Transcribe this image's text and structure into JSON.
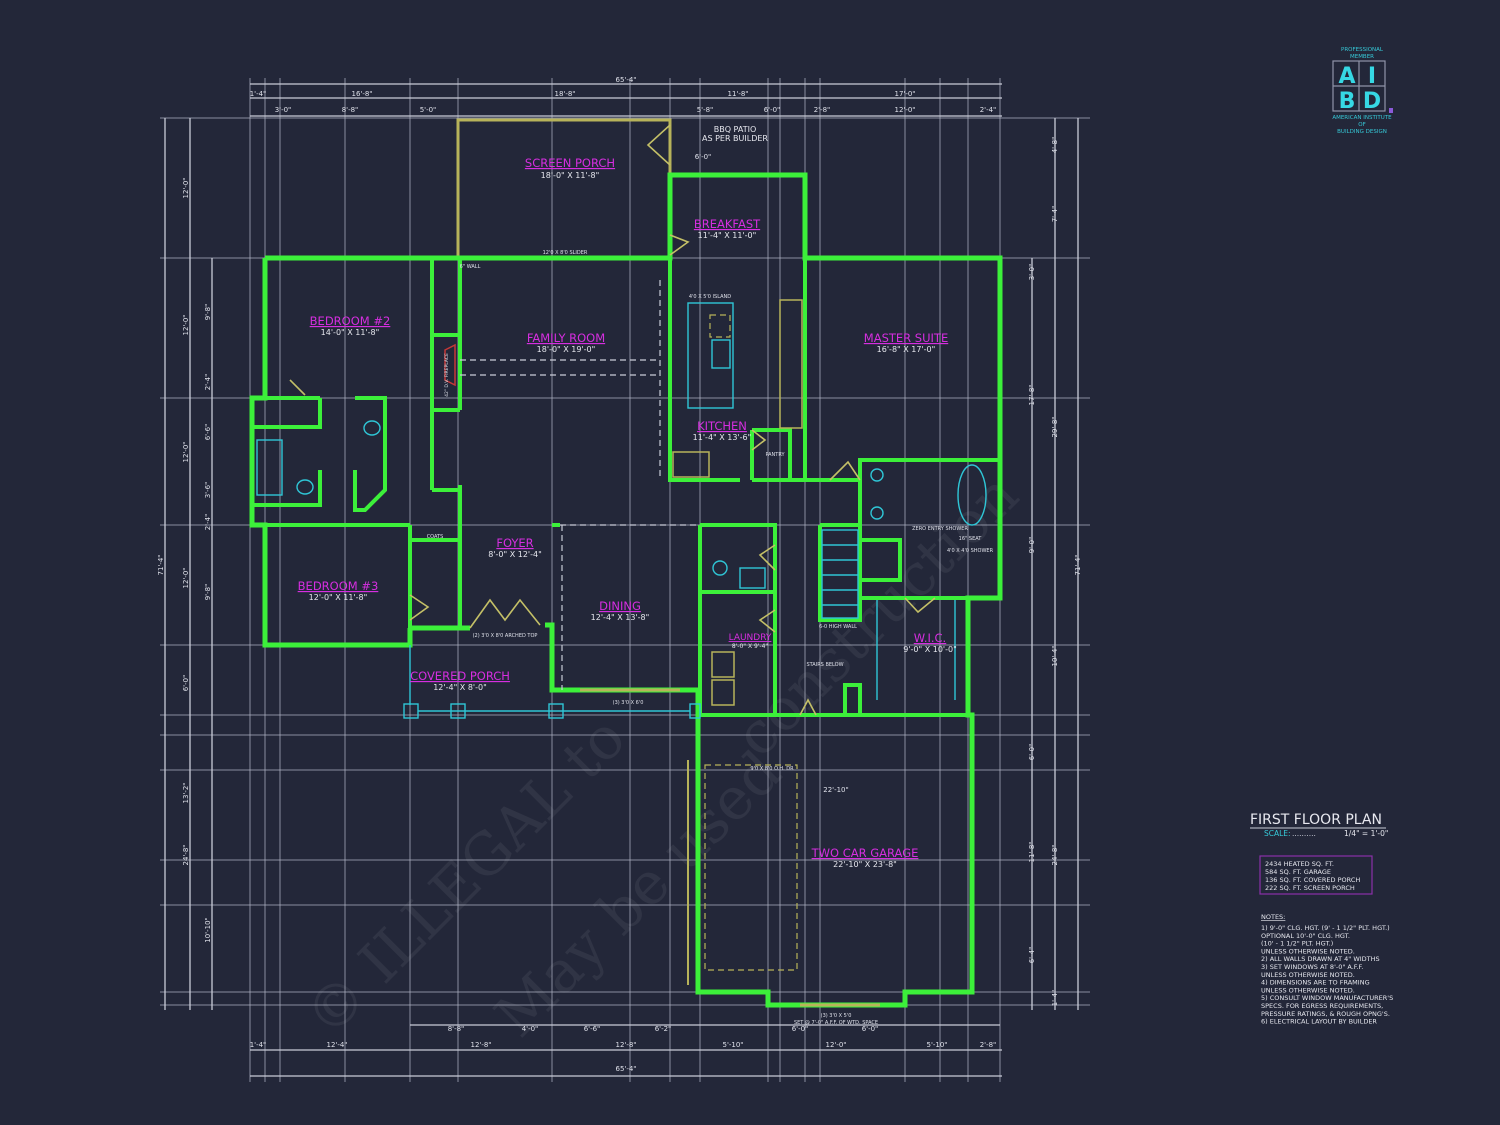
{
  "drawing": {
    "background_color": "#232739",
    "wall_color": "#3cf03a",
    "room_label_color": "#d62ee0",
    "logo_color": "#36c9d8"
  },
  "logo": {
    "top_text_1": "PROFESSIONAL",
    "top_text_2": "MEMBER",
    "letters": [
      "A",
      "I",
      "B",
      "D"
    ],
    "bottom_text_1": "AMERICAN INSTITUTE",
    "bottom_text_2": "OF",
    "bottom_text_3": "BUILDING DESIGN"
  },
  "rooms": [
    {
      "name": "SCREEN PORCH",
      "size": "18'-0\" X 11'-8\""
    },
    {
      "name": "BREAKFAST",
      "size": "11'-4\" X 11'-0\""
    },
    {
      "name": "FAMILY ROOM",
      "size": "18'-0\" X 19'-0\""
    },
    {
      "name": "MASTER SUITE",
      "size": "16'-8\" X 17'-0\""
    },
    {
      "name": "BEDROOM #2",
      "size": "14'-0\" X 11'-8\""
    },
    {
      "name": "KITCHEN",
      "size": "11'-4\" X 13'-6\""
    },
    {
      "name": "FOYER",
      "size": "8'-0\" X 12'-4\""
    },
    {
      "name": "BEDROOM #3",
      "size": "12'-0\" X 11'-8\""
    },
    {
      "name": "DINING",
      "size": "12'-4\" X 13'-8\""
    },
    {
      "name": "LAUNDRY",
      "size": "8'-0\" X 9'-4\""
    },
    {
      "name": "W.I.C.",
      "size": "9'-0\" X 10'-0\""
    },
    {
      "name": "COVERED PORCH",
      "size": "12'-4\" X 8'-0\""
    },
    {
      "name": "TWO CAR GARAGE",
      "size": "22'-10\" X 23'-8\""
    }
  ],
  "annotations": {
    "bbq_1": "BBQ PATIO",
    "bbq_2": "AS PER BUILDER",
    "slider": "12'0 X 8'0 SLIDER",
    "island": "4'0 X 5'0 ISLAND",
    "fireplace": "42\" D.V. FIREPLACE",
    "pantry": "PANTRY",
    "coats": "COATS",
    "zero_entry": "ZERO ENTRY SHOWER",
    "seat": "16\" SEAT",
    "shower": "4'0 X 4'0 SHOWER",
    "half_wall": "6-0 HIGH WALL",
    "stairs": "STAIRS BELOW",
    "arched": "(2) 3'0 X 8'0 ARCHED TOP",
    "garage_door_side": "9'0 X 8'0 O.H. DR",
    "garage_windows": "(3) 3'0 X 5'0",
    "garage_set": "SET @ 7'-0\" A.F.F. OF WTD. SPACE",
    "dining_windows": "(3) 3'0 X 6'0",
    "garage_dim": "22'-10\"",
    "wall_6": "6\" WALL",
    "patio_dim": "6'-0\""
  },
  "dimensions": {
    "top_total": "65'-4\"",
    "top_row_2": [
      "1'-4\"",
      "16'-8\"",
      "18'-8\"",
      "11'-8\"",
      "17'-0\""
    ],
    "top_row_3": [
      "3'-0\"",
      "8'-8\"",
      "5'-0\"",
      "5'-8\"",
      "6'-0\"",
      "2'-8\"",
      "12'-0\"",
      "2'-4\""
    ],
    "bottom_row_1": [
      "8'-8\"",
      "4'-0\"",
      "6'-6\"",
      "6'-2\"",
      "6'-0\"",
      "6'-0\""
    ],
    "bottom_row_2": [
      "1'-4\"",
      "12'-4\"",
      "12'-8\"",
      "12'-8\"",
      "5'-10\"",
      "12'-0\"",
      "5'-10\"",
      "2'-8\""
    ],
    "bottom_total": "65'-4\"",
    "left_outer": "71'-4\"",
    "left_inner": [
      "12'-0\"",
      "12'-0\"",
      "12'-0\"",
      "12'-0\"",
      "6'-0\"",
      "13'-2\"",
      "24'-8\""
    ],
    "left_inner_2": [
      "9'-8\"",
      "2'-4\"",
      "6'-6\"",
      "3'-6\"",
      "2'-4\"",
      "9'-8\"",
      "10'-10\""
    ],
    "right_outer": "71'-4\"",
    "right_inner": [
      "4'-8\"",
      "7'-4\"",
      "29'-8\"",
      "10'-4\"",
      "6'-0\"",
      "11'-8\"",
      "24'-8\"",
      "6'-4\"",
      "1'-4\""
    ],
    "right_inner_2": [
      "3'-0\"",
      "17'-8\"",
      "9'-0\""
    ]
  },
  "title_block": {
    "title": "FIRST FLOOR PLAN",
    "scale_label": "SCALE:",
    "scale_value": "1/4\" = 1'-0\"",
    "areas": [
      "2434 HEATED SQ. FT.",
      "584 SQ. FT. GARAGE",
      "136 SQ. FT. COVERED PORCH",
      "222 SQ. FT. SCREEN PORCH"
    ],
    "notes_heading": "NOTES:",
    "notes": [
      "1) 9'-0\" CLG. HGT. (9' - 1 1/2\" PLT. HGT.)",
      "    OPTIONAL 10'-0\" CLG. HGT.",
      "    (10' - 1 1/2\" PLT. HGT.)",
      "    UNLESS OTHERWISE NOTED.",
      "2) ALL WALLS DRAWN AT 4\" WIDTHS",
      "3) SET WINDOWS AT 8'-0\" A.F.F.",
      "    UNLESS OTHERWISE NOTED.",
      "4) DIMENSIONS ARE TO FRAMING",
      "    UNLESS OTHERWISE NOTED.",
      "5) CONSULT WINDOW MANUFACTURER'S",
      "    SPECS. FOR EGRESS REQUIREMENTS,",
      "    PRESSURE RATINGS, & ROUGH OPNG'S.",
      "6) ELECTRICAL LAYOUT BY BUILDER"
    ]
  }
}
